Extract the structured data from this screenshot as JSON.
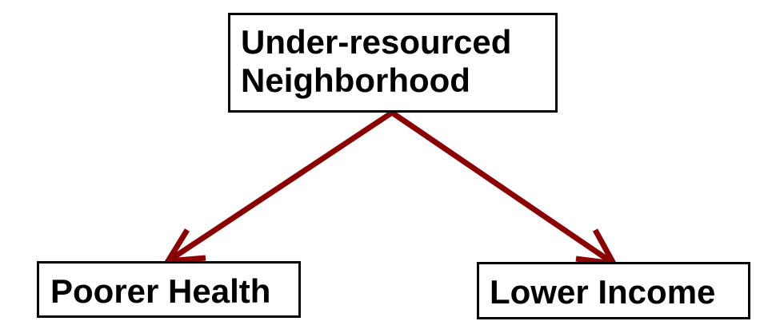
{
  "nodes": {
    "top": {
      "line1": "Under-resourced",
      "line2": "Neighborhood"
    },
    "left": {
      "label": "Poorer Health"
    },
    "right": {
      "label": "Lower Income"
    }
  },
  "colors": {
    "arrow": "#8b0000",
    "box_border": "#000000",
    "text": "#000000"
  },
  "edges": [
    {
      "from": "top",
      "to": "left"
    },
    {
      "from": "top",
      "to": "right"
    }
  ]
}
